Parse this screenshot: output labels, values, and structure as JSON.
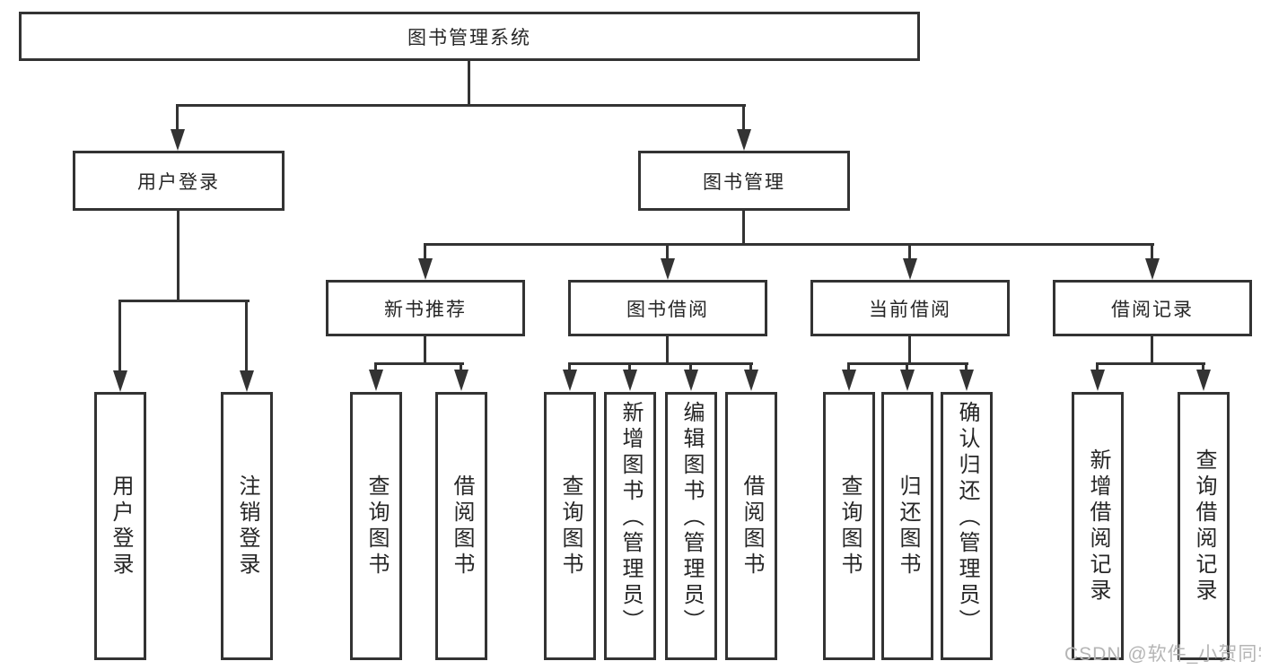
{
  "tree": {
    "label": "图书管理系统",
    "children": [
      {
        "label": "用户登录",
        "children": [
          {
            "label": "用户登录"
          },
          {
            "label": "注销登录"
          }
        ]
      },
      {
        "label": "图书管理",
        "children": [
          {
            "label": "新书推荐",
            "children": [
              {
                "label": "查询图书"
              },
              {
                "label": "借阅图书"
              }
            ]
          },
          {
            "label": "图书借阅",
            "children": [
              {
                "label": "查询图书"
              },
              {
                "label": "新增图书（管理员）"
              },
              {
                "label": "编辑图书（管理员）"
              },
              {
                "label": "借阅图书"
              }
            ]
          },
          {
            "label": "当前借阅",
            "children": [
              {
                "label": "查询图书"
              },
              {
                "label": "归还图书"
              },
              {
                "label": "确认归还（管理员）"
              }
            ]
          },
          {
            "label": "借阅记录",
            "children": [
              {
                "label": "新增借阅记录"
              },
              {
                "label": "查询借阅记录"
              }
            ]
          }
        ]
      }
    ]
  },
  "watermark": {
    "text": "CSDN @软件_小贺同学"
  },
  "colors": {
    "line": "#333333",
    "text": "#262626",
    "wm": "#b5b5b5",
    "bg": "#ffffff",
    "boxbg": "#ffffff"
  }
}
